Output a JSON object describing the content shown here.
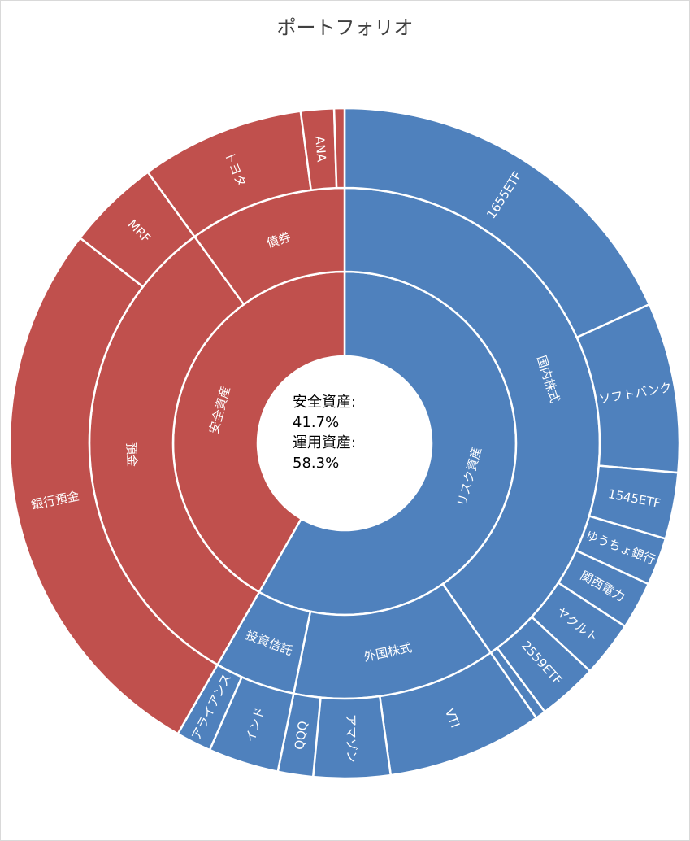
{
  "chart_data": {
    "type": "sunburst",
    "title": "ポートフォリオ",
    "colors": {
      "safe": "#c0504d",
      "risk": "#4f81bd",
      "border": "#ffffff"
    },
    "center_text": [
      "安全資産:",
      "41.7%",
      "運用資産:",
      "58.3%"
    ],
    "hierarchy": [
      {
        "name": "安全資産",
        "value": 41.7,
        "color": "#c0504d",
        "show_label": true,
        "children": [
          {
            "name": "預金",
            "value": 31.7,
            "show_label": true,
            "children": [
              {
                "name": "銀行預金",
                "value": 27.2,
                "show_label": true
              },
              {
                "name": "MRF",
                "value": 4.5,
                "show_label": true
              }
            ]
          },
          {
            "name": "債券",
            "value": 10.0,
            "show_label": true,
            "children": [
              {
                "name": "トヨタ",
                "value": 7.9,
                "show_label": true
              },
              {
                "name": "ANA",
                "value": 1.6,
                "show_label": true
              },
              {
                "name": "",
                "value": 0.5,
                "show_label": false
              }
            ]
          }
        ]
      },
      {
        "name": "リスク資産",
        "value": 58.3,
        "color": "#4f81bd",
        "show_label": true,
        "children": [
          {
            "name": "国内株式",
            "value": 40.3,
            "show_label": true,
            "children": [
              {
                "name": "1655ETF",
                "value": 18.2,
                "show_label": true
              },
              {
                "name": "ソフトバンク",
                "value": 8.2,
                "show_label": true
              },
              {
                "name": "1545ETF",
                "value": 3.2,
                "show_label": true
              },
              {
                "name": "ゆうちょ銀行",
                "value": 2.3,
                "show_label": true
              },
              {
                "name": "関西電力",
                "value": 2.3,
                "show_label": true
              },
              {
                "name": "ヤクルト",
                "value": 2.7,
                "show_label": true
              },
              {
                "name": "2559ETF",
                "value": 2.9,
                "show_label": true
              },
              {
                "name": "",
                "value": 0.5,
                "show_label": false
              }
            ]
          },
          {
            "name": "外国株式",
            "value": 12.9,
            "show_label": true,
            "children": [
              {
                "name": "VTI",
                "value": 7.5,
                "show_label": true
              },
              {
                "name": "アマゾン",
                "value": 3.7,
                "show_label": true
              },
              {
                "name": "QQQ",
                "value": 1.7,
                "show_label": true
              }
            ]
          },
          {
            "name": "投資信託",
            "value": 5.1,
            "show_label": true,
            "children": [
              {
                "name": "インド",
                "value": 3.4,
                "show_label": true
              },
              {
                "name": "アライアンス",
                "value": 1.7,
                "show_label": true
              }
            ]
          }
        ]
      }
    ]
  }
}
